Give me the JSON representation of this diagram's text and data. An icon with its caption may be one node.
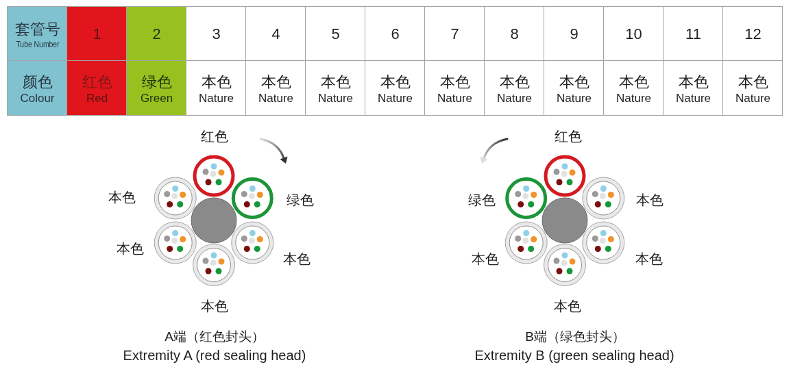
{
  "diagram": {
    "labels": [
      "套管号",
      "Tube Number",
      "1",
      "2",
      "3",
      "4",
      "5",
      "6",
      "7",
      "8",
      "9",
      "10",
      "11",
      "12",
      "颜色",
      "Colour",
      "红色",
      "Red",
      "绿色",
      "Green",
      "本色",
      "Nature",
      "本色",
      "Nature",
      "本色",
      "Nature",
      "本色",
      "Nature",
      "本色",
      "Nature",
      "本色",
      "Nature",
      "本色",
      "Nature",
      "本色",
      "Nature",
      "本色",
      "Nature",
      "本色",
      "Nature",
      "红色",
      "本色",
      "绿色",
      "本色",
      "本色",
      "本色",
      "A端（红色封头）",
      "Extremity A (red sealing head)",
      "红色",
      "绿色",
      "本色",
      "本色",
      "本色",
      "本色",
      "B端（绿色封头）",
      "Extremity B (green sealing head)"
    ]
  }
}
